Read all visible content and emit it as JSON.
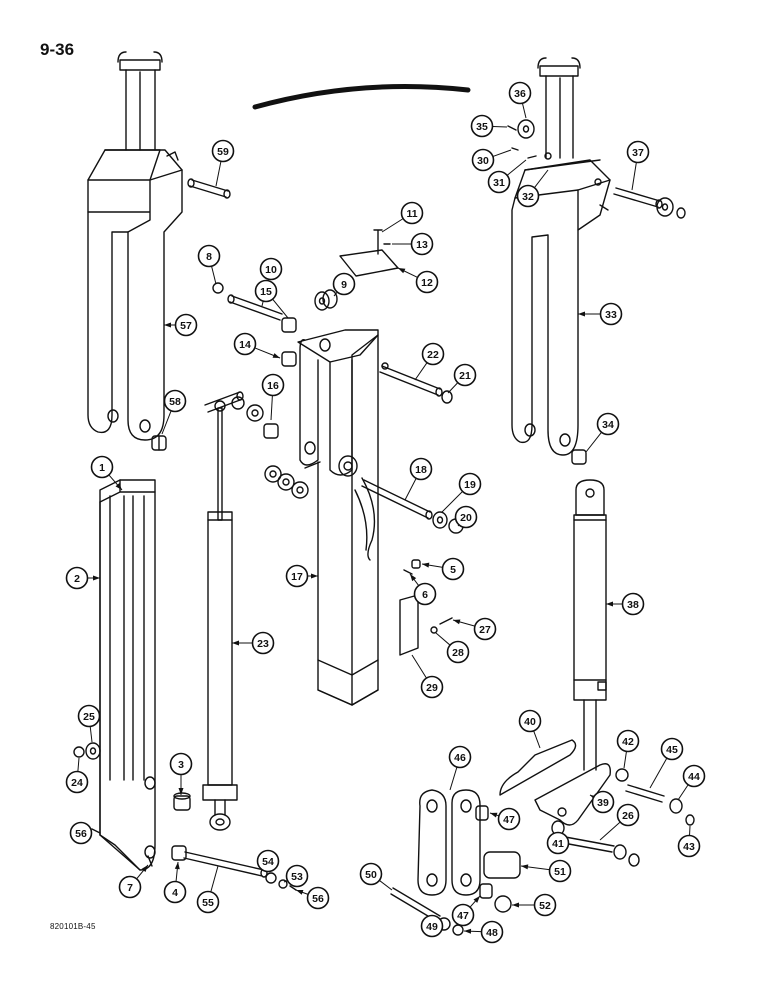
{
  "page_number": "9-36",
  "figure_code": "820101B-45",
  "callouts": [
    "1",
    "2",
    "3",
    "4",
    "5",
    "6",
    "7",
    "8",
    "9",
    "10",
    "11",
    "12",
    "13",
    "14",
    "15",
    "16",
    "17",
    "18",
    "19",
    "20",
    "21",
    "22",
    "23",
    "24",
    "25",
    "26",
    "27",
    "28",
    "29",
    "30",
    "31",
    "32",
    "33",
    "34",
    "35",
    "36",
    "37",
    "38",
    "39",
    "40",
    "41",
    "42",
    "43",
    "44",
    "45",
    "46",
    "47",
    "48",
    "49",
    "50",
    "51",
    "52",
    "53",
    "54",
    "55",
    "56",
    "57",
    "58",
    "59"
  ],
  "colors": {
    "ink": "#111111",
    "paper": "#ffffff"
  }
}
